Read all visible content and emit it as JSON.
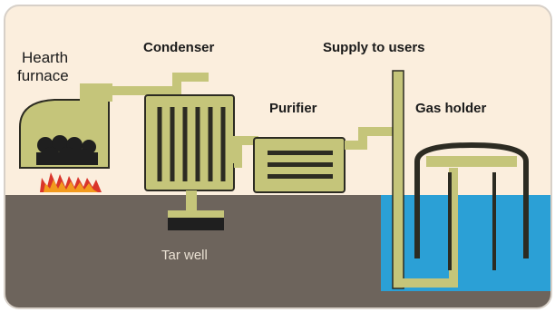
{
  "diagram": {
    "labels": {
      "hearth_furnace_line1": "Hearth",
      "hearth_furnace_line2": "furnace",
      "condenser": "Condenser",
      "supply": "Supply to users",
      "purifier": "Purifier",
      "gas_holder": "Gas holder",
      "tar_well": "Tar well"
    },
    "colors": {
      "sky": "#fbeedd",
      "ground": "#6d645c",
      "equipment": "#c5c57a",
      "outline": "#2c2b22",
      "water": "#2ba0d6",
      "coal": "#1f1f1f",
      "flame": "#f29a1d",
      "flame_red": "#d9352a",
      "border": "#d7d0c8"
    }
  }
}
